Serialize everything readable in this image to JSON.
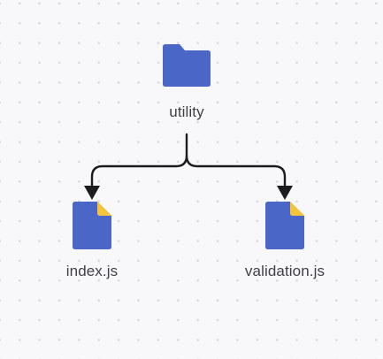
{
  "diagram": {
    "nodes": [
      {
        "id": "utility",
        "label": "utility",
        "kind": "folder-icon"
      },
      {
        "id": "index",
        "label": "index.js",
        "kind": "file-icon"
      },
      {
        "id": "validation",
        "label": "validation.js",
        "kind": "file-icon"
      }
    ],
    "edges": [
      {
        "from": "utility",
        "to": "index"
      },
      {
        "from": "utility",
        "to": "validation"
      }
    ]
  },
  "colors": {
    "icon_fill": "#4a67c7",
    "file_corner": "#f2c53d",
    "connector": "#1c1c1e",
    "label": "#3f3f46"
  }
}
